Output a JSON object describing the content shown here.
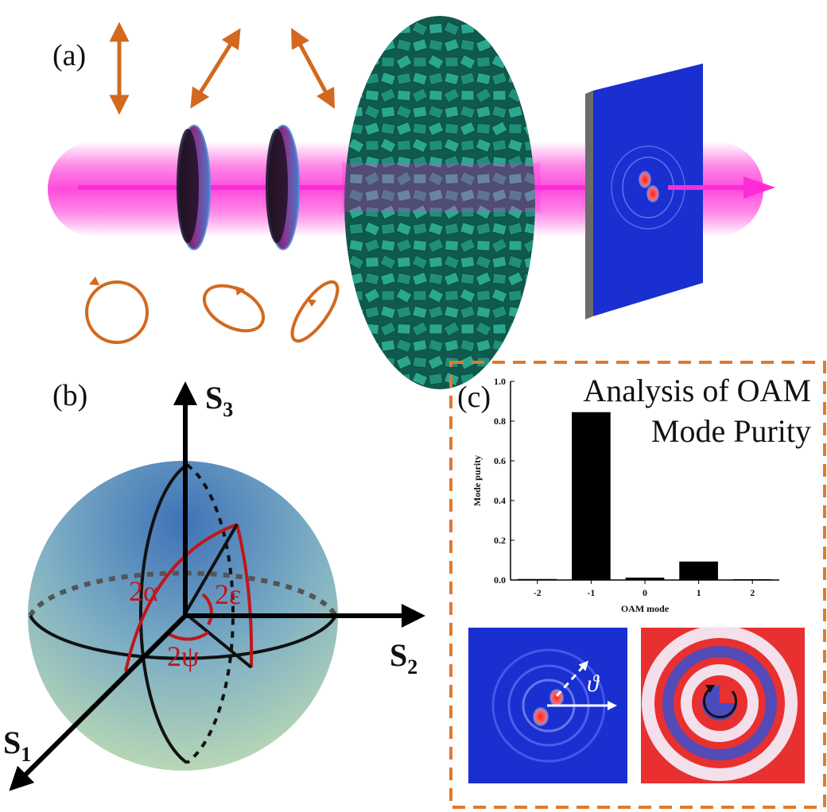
{
  "panels": {
    "a": {
      "label": "(a)"
    },
    "b": {
      "label": "(b)"
    },
    "c": {
      "label": "(c)"
    }
  },
  "sphere": {
    "axes": {
      "s3": "S",
      "s3_sub": "3",
      "s2": "S",
      "s2_sub": "2",
      "s1": "S",
      "s1_sub": "1"
    },
    "angles": {
      "alpha": "2α",
      "epsilon": "2ε",
      "psi": "2ψ"
    }
  },
  "purity": {
    "title_line1": "Analysis of OAM",
    "title_line2": "Mode Purity",
    "theta_symbol": "ϑ"
  },
  "colors": {
    "beam": "#ff2bd6",
    "arrow_orange": "#d2691e",
    "metasurface": "#1f8f7a",
    "screen_blue": "#1a2fd0",
    "sphere_red": "#c0161a",
    "dashed_box": "#e07a2e"
  },
  "chart_data": {
    "type": "bar",
    "categories": [
      "-2",
      "-1",
      "0",
      "1",
      "2"
    ],
    "values": [
      0.005,
      0.845,
      0.012,
      0.093,
      0.004
    ],
    "xlabel": "OAM mode",
    "ylabel": "Mode purity",
    "ylim": [
      0,
      1.0
    ],
    "yticks": [
      "0.0",
      "0.2",
      "0.4",
      "0.6",
      "0.8",
      "1.0"
    ],
    "grid": false
  }
}
